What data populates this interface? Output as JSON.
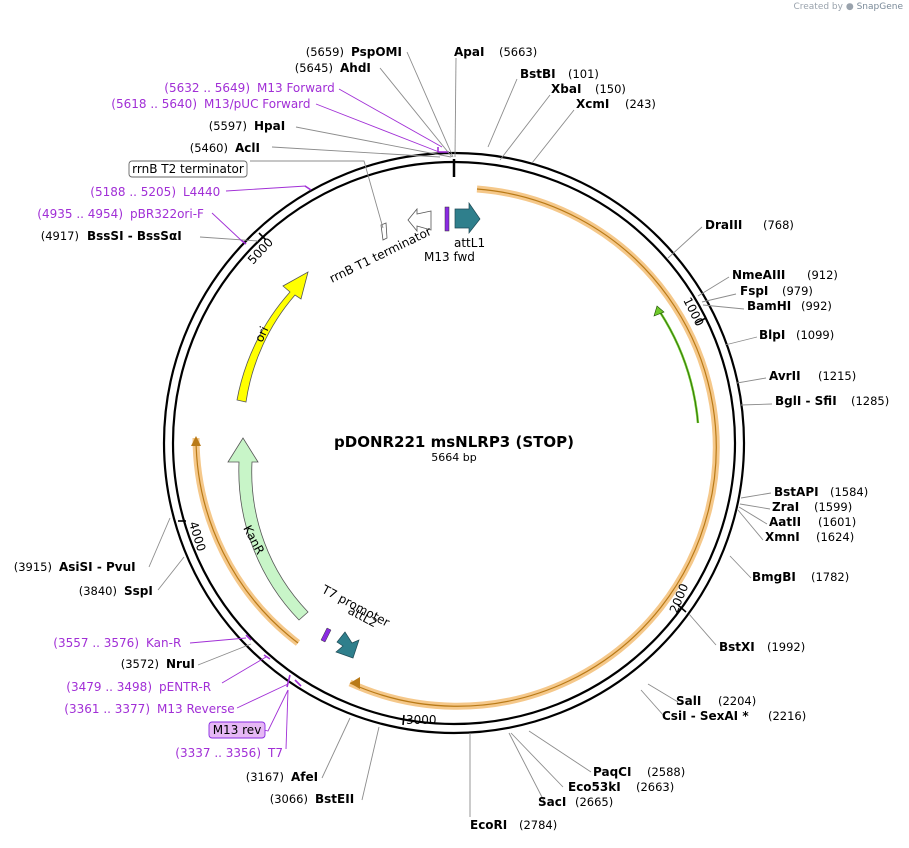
{
  "credit": {
    "prefix": "Created by",
    "brand": "SnapGene"
  },
  "plasmid": {
    "name": "pDONR221 msNLRP3 (STOP)",
    "size": "5664 bp",
    "length": 5664
  },
  "ticks": [
    {
      "pos": 1000,
      "label": "1000"
    },
    {
      "pos": 2000,
      "label": "2000"
    },
    {
      "pos": 3000,
      "label": "3000"
    },
    {
      "pos": 4000,
      "label": "4000"
    },
    {
      "pos": 5000,
      "label": "5000"
    }
  ],
  "sites": [
    {
      "name": "PspOMI",
      "pos": "(5659)",
      "side": "left"
    },
    {
      "name": "ApaI",
      "pos": "(5663)",
      "side": "right"
    },
    {
      "name": "AhdI",
      "pos": "(5645)",
      "side": "left"
    },
    {
      "name": "BstBI",
      "pos": "(101)",
      "side": "right"
    },
    {
      "name": "XbaI",
      "pos": "(150)",
      "side": "right"
    },
    {
      "name": "XcmI",
      "pos": "(243)",
      "side": "right"
    },
    {
      "name": "HpaI",
      "pos": "(5597)",
      "side": "left"
    },
    {
      "name": "AclI",
      "pos": "(5460)",
      "side": "left"
    },
    {
      "name": "BssSI - BssSαI",
      "pos": "(4917)",
      "side": "left"
    },
    {
      "name": "DraIII",
      "pos": "(768)",
      "side": "right"
    },
    {
      "name": "NmeAIII",
      "pos": "(912)",
      "side": "right"
    },
    {
      "name": "FspI",
      "pos": "(979)",
      "side": "right"
    },
    {
      "name": "BamHI",
      "pos": "(992)",
      "side": "right"
    },
    {
      "name": "BlpI",
      "pos": "(1099)",
      "side": "right"
    },
    {
      "name": "AvrII",
      "pos": "(1215)",
      "side": "right"
    },
    {
      "name": "BglI - SfiI",
      "pos": "(1285)",
      "side": "right"
    },
    {
      "name": "BstAPI",
      "pos": "(1584)",
      "side": "right"
    },
    {
      "name": "ZraI",
      "pos": "(1599)",
      "side": "right"
    },
    {
      "name": "AatII",
      "pos": "(1601)",
      "side": "right"
    },
    {
      "name": "XmnI",
      "pos": "(1624)",
      "side": "right"
    },
    {
      "name": "BmgBI",
      "pos": "(1782)",
      "side": "right"
    },
    {
      "name": "BstXI",
      "pos": "(1992)",
      "side": "right"
    },
    {
      "name": "SalI",
      "pos": "(2204)",
      "side": "right"
    },
    {
      "name": "CsiI - SexAI *",
      "pos": "(2216)",
      "side": "right"
    },
    {
      "name": "PaqCI",
      "pos": "(2588)",
      "side": "right"
    },
    {
      "name": "Eco53kI",
      "pos": "(2663)",
      "side": "right"
    },
    {
      "name": "SacI",
      "pos": "(2665)",
      "side": "right"
    },
    {
      "name": "EcoRI",
      "pos": "(2784)",
      "side": "bottom"
    },
    {
      "name": "BstEII",
      "pos": "(3066)",
      "side": "left"
    },
    {
      "name": "AfeI",
      "pos": "(3167)",
      "side": "left"
    },
    {
      "name": "NruI",
      "pos": "(3572)",
      "side": "left"
    },
    {
      "name": "SspI",
      "pos": "(3840)",
      "side": "left"
    },
    {
      "name": "AsiSI - PvuI",
      "pos": "(3915)",
      "side": "left"
    }
  ],
  "primers": [
    {
      "range": "(5632 .. 5649)",
      "name": "M13 Forward"
    },
    {
      "range": "(5618 .. 5640)",
      "name": "M13/pUC Forward"
    },
    {
      "range": "(5188 .. 5205)",
      "name": "L4440"
    },
    {
      "range": "(4935 .. 4954)",
      "name": "pBR322ori-F"
    },
    {
      "range": "(3557 .. 3576)",
      "name": "Kan-R"
    },
    {
      "range": "(3479 .. 3498)",
      "name": "pENTR-R"
    },
    {
      "range": "(3361 .. 3377)",
      "name": "M13 Reverse"
    },
    {
      "range": "(3337 .. 3356)",
      "name": "T7"
    }
  ],
  "boxed_labels": {
    "rrnb_t2": "rrnB T2 terminator",
    "m13_rev": "M13 rev"
  },
  "features": {
    "rrnb_t1": "rrnB T1 terminator",
    "attl1": "attL1",
    "m13_fwd": "M13 fwd",
    "ori": "ori",
    "kanr": "KanR",
    "t7_promoter": "T7 promoter",
    "attl2": "attL2"
  },
  "colors": {
    "backbone": "#000000",
    "primer": "#a12fd6",
    "insert_highlight": "#f5c88a",
    "ori": "#ffff00",
    "kanr": "#c8f5c8",
    "att": "#2f7f8c",
    "green_orf": "#6fc92a"
  }
}
